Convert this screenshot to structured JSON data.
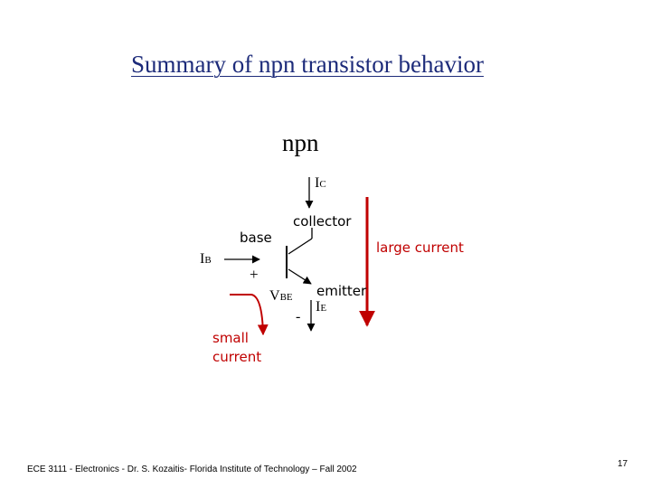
{
  "slide": {
    "title": "Summary of npn transistor behavior",
    "footer": "ECE 3111 - Electronics - Dr. S. Kozaitis- Florida Institute of Technology – Fall 2002",
    "page_number": "17"
  },
  "diagram": {
    "device_type": "npn",
    "collector_current_symbol": "I",
    "collector_current_subscript": "C",
    "collector_label": "collector",
    "base_label": "base",
    "base_current_symbol": "I",
    "base_current_subscript": "B",
    "plus_sign": "+",
    "minus_sign": "-",
    "vbe_symbol": "V",
    "vbe_subscript": "BE",
    "emitter_label": "emitter",
    "emitter_current_symbol": "I",
    "emitter_current_subscript": "E",
    "large_current_label": "large current",
    "small_current_line1": "small",
    "small_current_line2": "current",
    "colors": {
      "title": "#1d2b7a",
      "accent_red": "#c00000"
    }
  }
}
